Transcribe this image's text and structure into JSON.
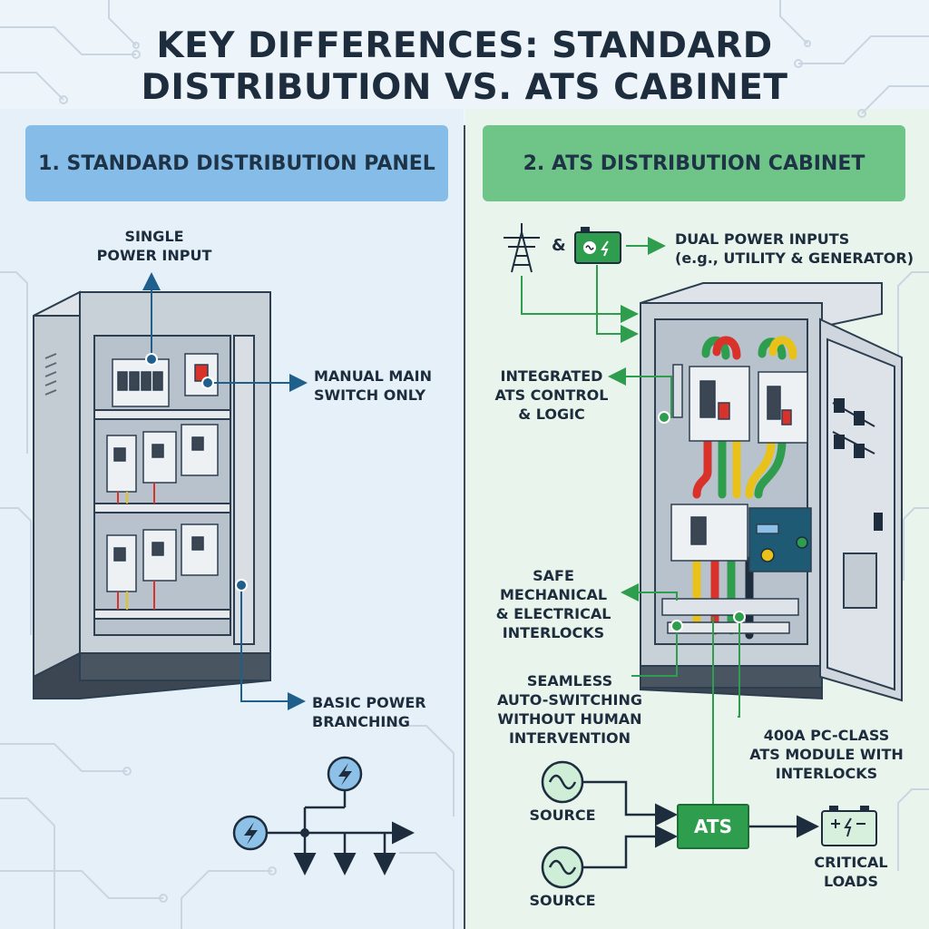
{
  "title": {
    "line1": "KEY DIFFERENCES: STANDARD",
    "line2": "DISTRIBUTION VS. ATS CABINET"
  },
  "left_panel": {
    "header": "1. STANDARD DISTRIBUTION PANEL",
    "single_input": [
      "SINGLE",
      "POWER INPUT"
    ],
    "manual_switch": [
      "MANUAL MAIN",
      "SWITCH ONLY"
    ],
    "basic_branching": [
      "BASIC POWER",
      "BRANCHING"
    ]
  },
  "right_panel": {
    "header": "2. ATS DISTRIBUTION CABINET",
    "ampersand": "&",
    "dual_inputs": [
      "DUAL POWER INPUTS",
      "(e.g., UTILITY & GENERATOR)"
    ],
    "integrated": [
      "INTEGRATED",
      "ATS CONTROL",
      "& LOGIC"
    ],
    "interlocks": [
      "SAFE",
      "MECHANICAL",
      "& ELECTRICAL",
      "INTERLOCKS"
    ],
    "seamless": [
      "SEAMLESS",
      "AUTO-SWITCHING",
      "WITHOUT HUMAN",
      "INTERVENTION"
    ],
    "module": [
      "400A PC-CLASS",
      "ATS MODULE WITH",
      "INTERLOCKS"
    ],
    "source_1": "SOURCE",
    "source_2": "SOURCE",
    "ats_box": "ATS",
    "critical": [
      "CRITICAL",
      "LOADS"
    ]
  },
  "colors": {
    "left_header": "#86bde8",
    "right_header": "#6fc587",
    "left_accent": "#1f5f8b",
    "right_accent": "#2e9d4e",
    "red_bus": "#d9322b",
    "yellow_bus": "#e8c21a",
    "green_bus": "#2e9d4e"
  },
  "icons": [
    "transmission-tower-icon",
    "generator-battery-icon",
    "lightning-bolt-icon",
    "ac-source-icon",
    "battery-load-icon"
  ]
}
